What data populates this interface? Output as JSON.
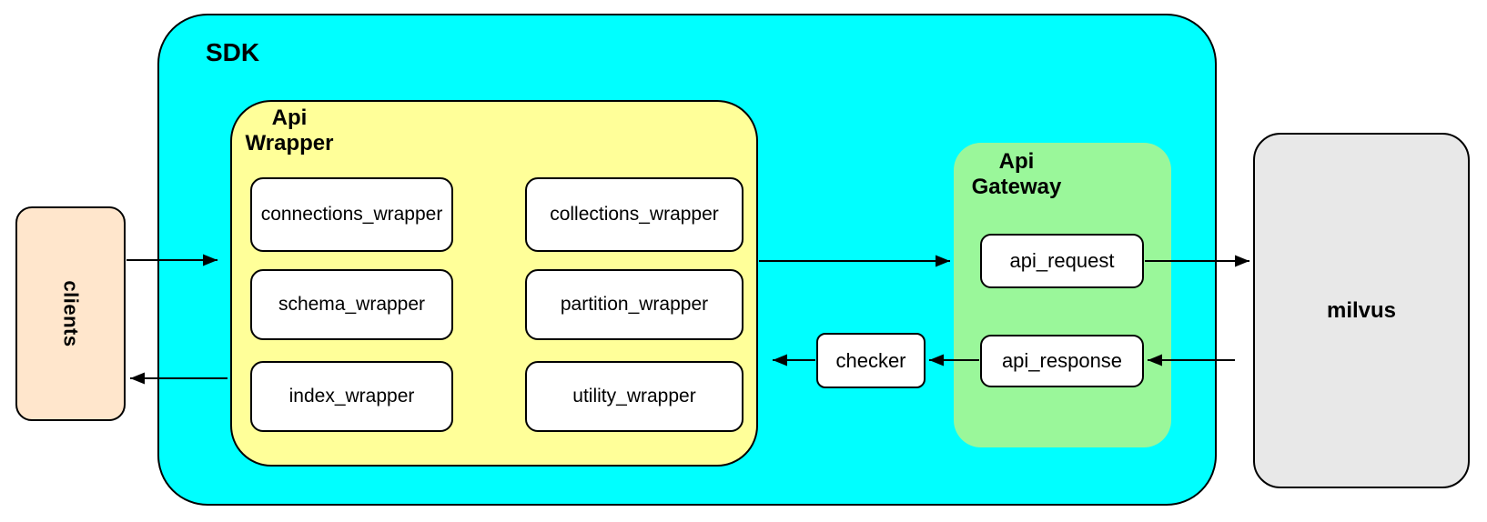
{
  "clients": {
    "label": "clients"
  },
  "sdk": {
    "label": "SDK"
  },
  "api_wrapper": {
    "label_line1": "Api",
    "label_line2": "Wrapper",
    "modules": {
      "connections": "connections_wrapper",
      "collections": "collections_wrapper",
      "schema": "schema_wrapper",
      "partition": "partition_wrapper",
      "index": "index_wrapper",
      "utility": "utility_wrapper"
    }
  },
  "checker": {
    "label": "checker"
  },
  "api_gateway": {
    "label_line1": "Api",
    "label_line2": "Gateway",
    "modules": {
      "request": "api_request",
      "response": "api_response"
    }
  },
  "milvus": {
    "label": "milvus"
  },
  "colors": {
    "background": "#FFFFFF",
    "sdk_fill": "#00FFFF",
    "api_wrapper_fill": "#FFFF99",
    "api_gateway_fill": "#9AF79A",
    "clients_fill": "#FFE6CC",
    "milvus_fill": "#E8E8E8",
    "node_fill": "#FFFFFF",
    "border": "#000000"
  }
}
